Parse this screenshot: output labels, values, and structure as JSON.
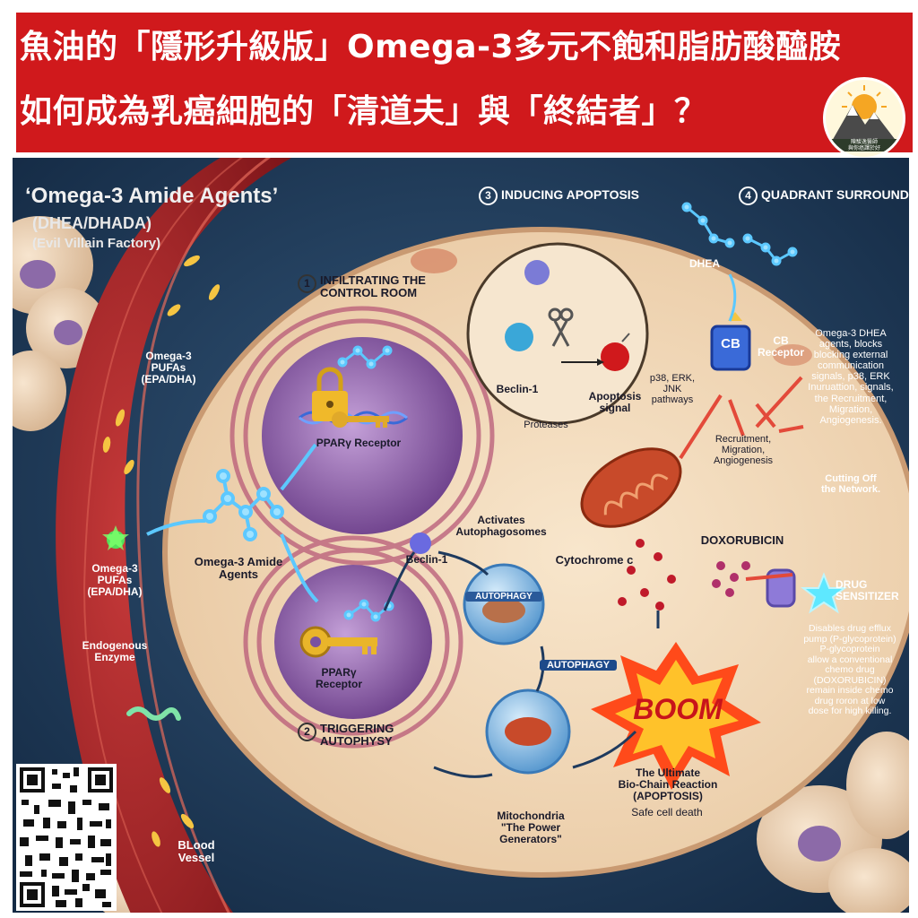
{
  "header": {
    "title_line1": "魚油的「隱形升級版」Omega-3多元不飽和脂肪酸醯胺",
    "title_line2": "如何成為乳癌細胞的「清道夫」與「終結者」？",
    "logo_text": "陳駿逸醫師\n與你癌譯於好"
  },
  "diagram": {
    "factory_title": "‘Omega-3 Amide Agents’",
    "factory_sub": "(DHEA/DHADA)",
    "factory_sub2": "(Evil Villain Factory)",
    "pufa_top": "Omega-3\nPUFAs\n(EPA/DHA)",
    "pufa_mid": "Omega-3\nPUFAs\n(EPA/DHA)",
    "endogenous_enzyme": "Endogenous\nEnzyme",
    "blood_vessel": "BLood\nVessel",
    "amide_agents": "Omega-3 Amide\nAgents",
    "step1_num": "1",
    "step1_label": "INFILTRATING THE\nCONTROL ROOM",
    "ppar_top": "PPARγ Receptor",
    "ppar_bottom": "PPARγ\nReceptor",
    "step2_num": "2",
    "step2_label": "TRIGGERING\nAUTOPHYSY",
    "step3_num": "3",
    "step3_label": "INDUCING APOPTOSIS",
    "beclin_inset": "Beclin-1",
    "proteases": "Proteases",
    "apoptosis_signal": "Apoptosis\nsignal",
    "activates": "Activates\nAutophagosomes",
    "beclin_main": "Beclin-1",
    "autophagy1": "AUTOPHAGY",
    "autophagy2": "AUTOPHAGY",
    "mitochondria": "Mitochondria\n\"The Power\nGenerators\"",
    "cytochrome": "Cytochrome c",
    "pathways": "p38, ERK,\nJNK\npathways",
    "recruitment": "Recruitment,\nMigration,\nAngiogenesis",
    "doxorubicin": "DOXORUBICIN",
    "boom": "BOOM",
    "ultimate": "The Ultimate\nBio-Chain Reaction\n(APOPTOSIS)",
    "safe_death": "Safe cell death",
    "step4_num": "4",
    "step4_label": "QUADRANT SURROUND",
    "dhea": "DHEA",
    "cb": "CB",
    "cb_receptor": "CB\nReceptor",
    "dhea_blocks": "Omega-3 DHEA\nagents, blocks\nblocking external\ncommunication\nsignals, p38, ERK\nInuruattion, signals,\nthe Recruitment,\nMigration,\nAngiogenesis.",
    "cutting_off": "Cutting Off\nthe Network.",
    "drug_sensitizer": "DRUG\nSENSITIZER",
    "drug_desc": "Disables drug efflux\npump (P-glycoprotein)\nP-glycoprotein\nallow a conventional\nchemo drug\n(DOXORUBICIN)\nremain inside chemo\ndrug roron at low\ndose for high killing."
  },
  "colors": {
    "banner": "#d0191c",
    "vessel": "#a8232a",
    "cell_cytoplasm": "#f3dcc0",
    "nucleus": "#8c5aa6",
    "background_blue": "#1f3d5e",
    "boom_orange": "#f28c1e"
  }
}
